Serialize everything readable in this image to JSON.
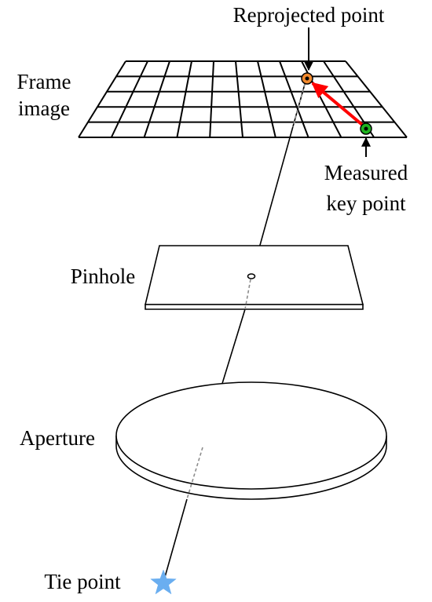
{
  "labels": {
    "reprojected_point": "Reprojected point",
    "frame_image_line1": "Frame",
    "frame_image_line2": "image",
    "measured_line1": "Measured",
    "measured_line2": "key point",
    "pinhole": "Pinhole",
    "aperture": "Aperture",
    "tie_point": "Tie point"
  },
  "colors": {
    "line": "#000000",
    "reprojection_error_arrow": "#ff0000",
    "reprojected_point": "#f28a2e",
    "measured_key_point": "#1fb41f",
    "tie_point_star": "#6aaef0",
    "ray_hidden_segment": "#8c8c8c"
  },
  "icons": {
    "tie_point": "star-icon",
    "reprojected_point": "orange-circle-marker",
    "measured_key_point": "green-circle-marker"
  }
}
